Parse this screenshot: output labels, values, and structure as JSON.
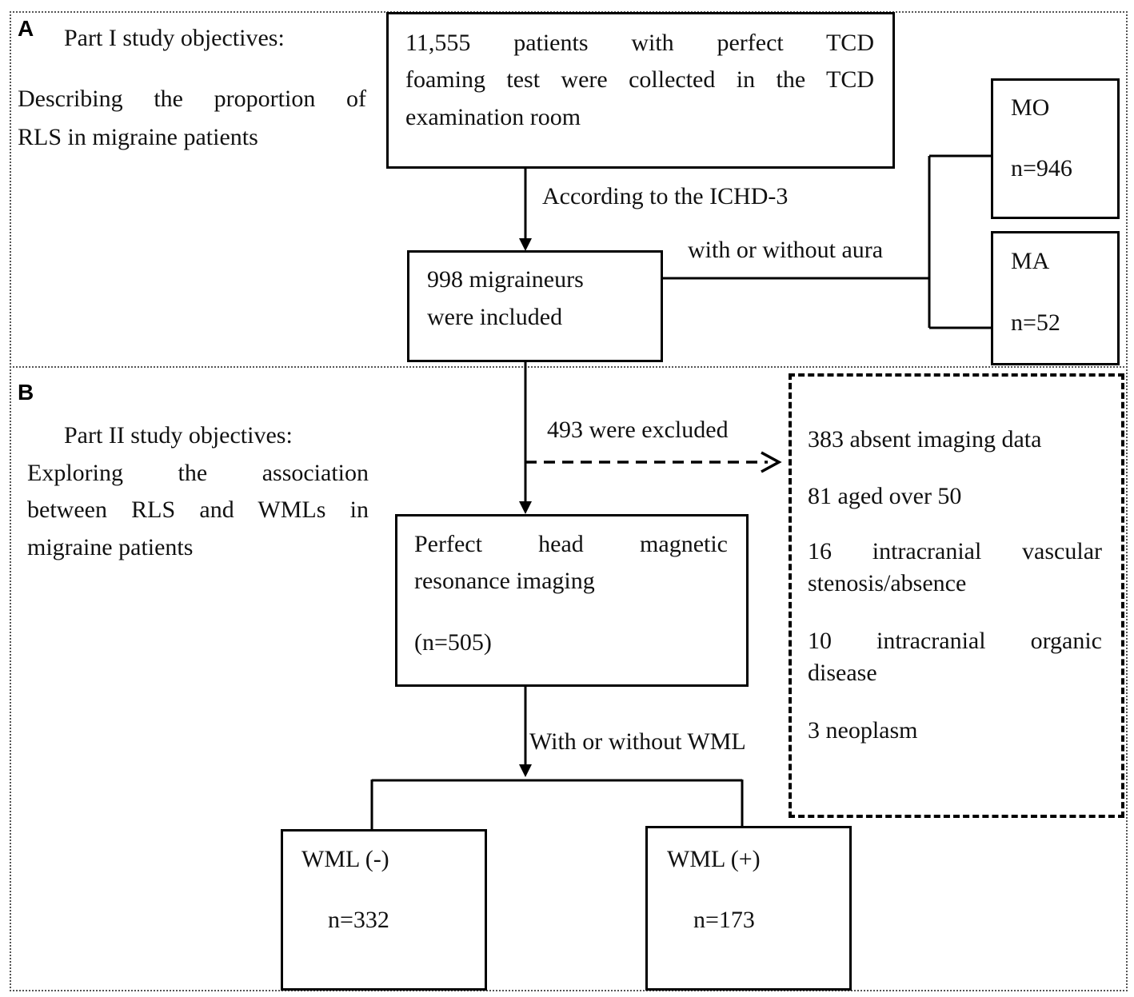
{
  "panel_a": {
    "letter": "A",
    "objective_title": "Part I study objectives:",
    "objective_line1": "Describing the proportion of",
    "objective_line2": "RLS in migraine patients",
    "collected_line1": "11,555 patients with perfect TCD",
    "collected_line2": "foaming test were collected in the TCD",
    "collected_line3": "examination room",
    "criteria_label": "According to the ICHD-3",
    "included_line1": "998 migraineurs",
    "included_line2": "were included",
    "aura_label": "with or without aura",
    "mo_label": "MO",
    "mo_n": "n=946",
    "ma_label": "MA",
    "ma_n": "n=52"
  },
  "panel_b": {
    "letter": "B",
    "objective_title": "Part II study objectives:",
    "objective_line1": "Exploring the association",
    "objective_line2": "between RLS and WMLs in",
    "objective_line3": "migraine patients",
    "excluded_label": "493 were excluded",
    "exclusions": {
      "item1": "383 absent imaging data",
      "item2": "81 aged over 50",
      "item3_line1": "16 intracranial vascular",
      "item3_line2": "stenosis/absence",
      "item4_line1": "10 intracranial organic",
      "item4_line2": "disease",
      "item5": "3 neoplasm"
    },
    "mri_line1": "Perfect head magnetic",
    "mri_line2": "resonance imaging",
    "mri_n": "(n=505)",
    "wml_split_label": "With or without WML",
    "wml_neg_label": "WML (-)",
    "wml_neg_n": "n=332",
    "wml_pos_label": "WML (+)",
    "wml_pos_n": "n=173"
  }
}
